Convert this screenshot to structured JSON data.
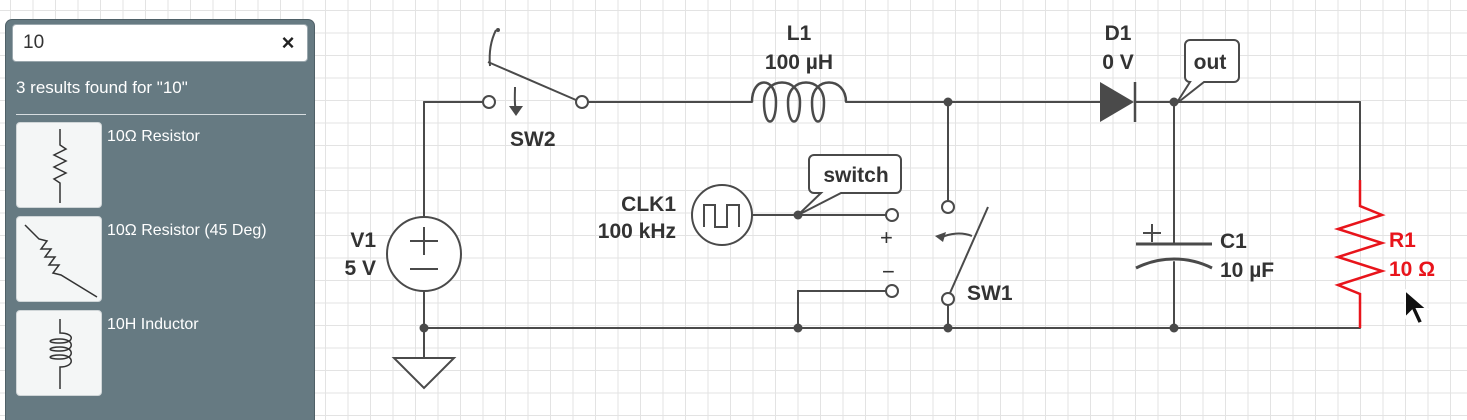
{
  "search": {
    "query": "10",
    "clear_symbol": "×",
    "results_header": "3 results found for \"10\"",
    "results": [
      {
        "label": "10Ω Resistor",
        "icon": "resistor-icon"
      },
      {
        "label": "10Ω Resistor (45 Deg)",
        "icon": "resistor-45-icon"
      },
      {
        "label": "10H Inductor",
        "icon": "inductor-icon"
      }
    ]
  },
  "schematic": {
    "V1": {
      "name": "V1",
      "value": "5 V"
    },
    "SW2": {
      "name": "SW2"
    },
    "L1": {
      "name": "L1",
      "value": "100 µH"
    },
    "D1": {
      "name": "D1",
      "value": "0 V"
    },
    "out_tag": "out",
    "CLK1": {
      "name": "CLK1",
      "value": "100 kHz"
    },
    "switch_tag": "switch",
    "SW1": {
      "name": "SW1",
      "plus": "+",
      "minus": "−"
    },
    "C1": {
      "name": "C1",
      "value": "10 µF"
    },
    "R1": {
      "name": "R1",
      "value": "10 Ω"
    }
  },
  "colors": {
    "wire": "#4a4a4a",
    "selected": "#e8141b",
    "panel": "#667a82"
  }
}
